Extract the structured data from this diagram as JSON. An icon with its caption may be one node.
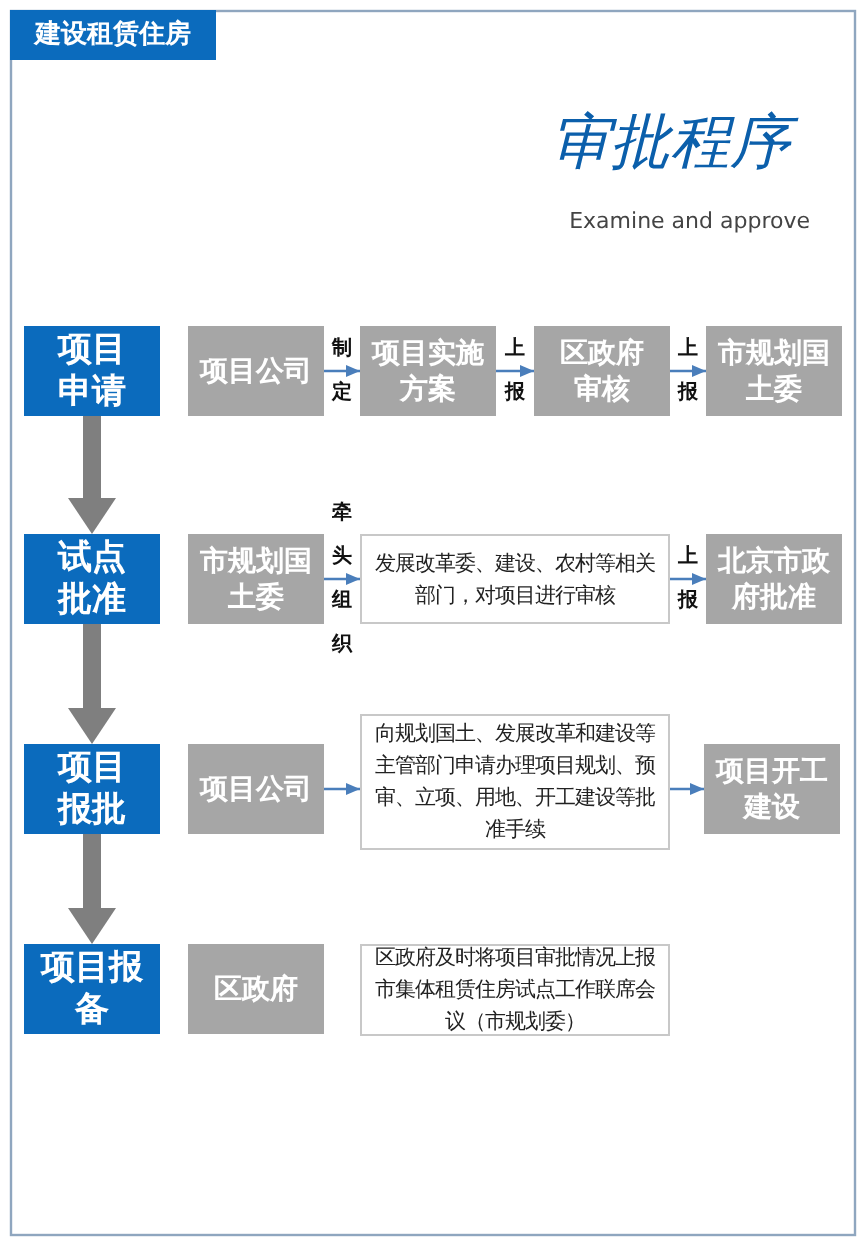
{
  "diagram": {
    "title": "建设租赁住房",
    "nodes": [
      {
        "text": [
          "项目申请"
        ]
      },
      {
        "text": [
          "项目公司"
        ]
      },
      {
        "text": [
          "项目实施方案"
        ]
      },
      {
        "text": [
          "区政府审核"
        ]
      },
      {
        "text": [
          "市规划国土委"
        ]
      },
      {
        "text": [
          "试点批准"
        ]
      },
      {
        "text": [
          "市规划国土委"
        ]
      },
      {
        "text": [
          "发展改革委、建设、农村等相关部门，对项目进行审核"
        ]
      },
      {
        "text": [
          "北京市政府批准"
        ]
      },
      {
        "text": [
          "项目报批"
        ]
      },
      {
        "text": [
          "项目公司"
        ]
      },
      {
        "text": [
          "向规划国土、发展改革和建设等主管部门申请办理项目规划、预审、立项、用地、开工建设等批准手续"
        ]
      },
      {
        "text": [
          "项目开工建设"
        ]
      },
      {
        "text": [
          "项目报备"
        ]
      },
      {
        "text": [
          "区政府"
        ]
      },
      {
        "text": [
          "区政府及时将项目审批情况上报市集体租赁住房试点工作联席会议（市规划委）"
        ]
      }
    ],
    "edges": [
      {
        "from": 1,
        "to": 2,
        "arrow": "to",
        "label": "制定"
      },
      {
        "from": 2,
        "to": 3,
        "arrow": "to",
        "label": "上报"
      },
      {
        "from": 3,
        "to": 4,
        "arrow": "to",
        "label": "上报"
      },
      {
        "from": 6,
        "to": 7,
        "arrow": "to",
        "label": "牵头组织"
      },
      {
        "from": 7,
        "to": 8,
        "arrow": "to",
        "label": "上报"
      },
      {
        "from": 10,
        "to": 11,
        "arrow": "to"
      },
      {
        "from": 11,
        "to": 12,
        "arrow": "to"
      },
      {
        "from": 0,
        "to": 5,
        "arrow": "to",
        "style": "thick",
        "color": "#7f7f7f"
      },
      {
        "from": 5,
        "to": 9,
        "arrow": "to",
        "style": "thick",
        "color": "#7f7f7f"
      },
      {
        "from": 9,
        "to": 13,
        "arrow": "to",
        "style": "thick",
        "color": "#7f7f7f"
      }
    ],
    "labels": [
      "审批程序",
      "Examine and approve"
    ]
  }
}
